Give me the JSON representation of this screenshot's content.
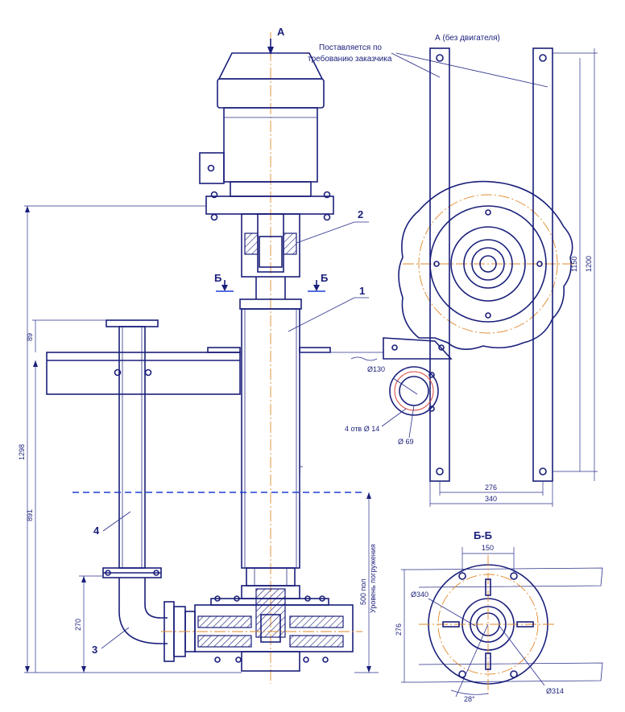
{
  "labels": {
    "view_a": "А",
    "view_a_title": "А (без двигателя)",
    "supply_note_line1": "Поставляется по",
    "supply_note_line2": "требованию заказчика",
    "section_b_left": "Б",
    "section_b_right": "Б",
    "section_bb": "Б-Б",
    "immersion_level": "Уровень погружения",
    "max_500": "500 пол",
    "part_1": "1",
    "part_2": "2",
    "part_3": "3",
    "part_4": "4"
  },
  "dimensions": {
    "d_1298": "1298",
    "d_891": "891",
    "d_89": "89",
    "d_270": "270",
    "d_1150": "1150",
    "d_1200": "1200",
    "d_276_top": "276",
    "d_340": "340",
    "d_130": "Ø130",
    "d_holes": "4 отв Ø 14",
    "d_69": "Ø 69",
    "d_150": "150",
    "d_340_circle": "Ø340",
    "d_276_side": "276",
    "d_28": "28°",
    "d_314": "Ø314"
  }
}
